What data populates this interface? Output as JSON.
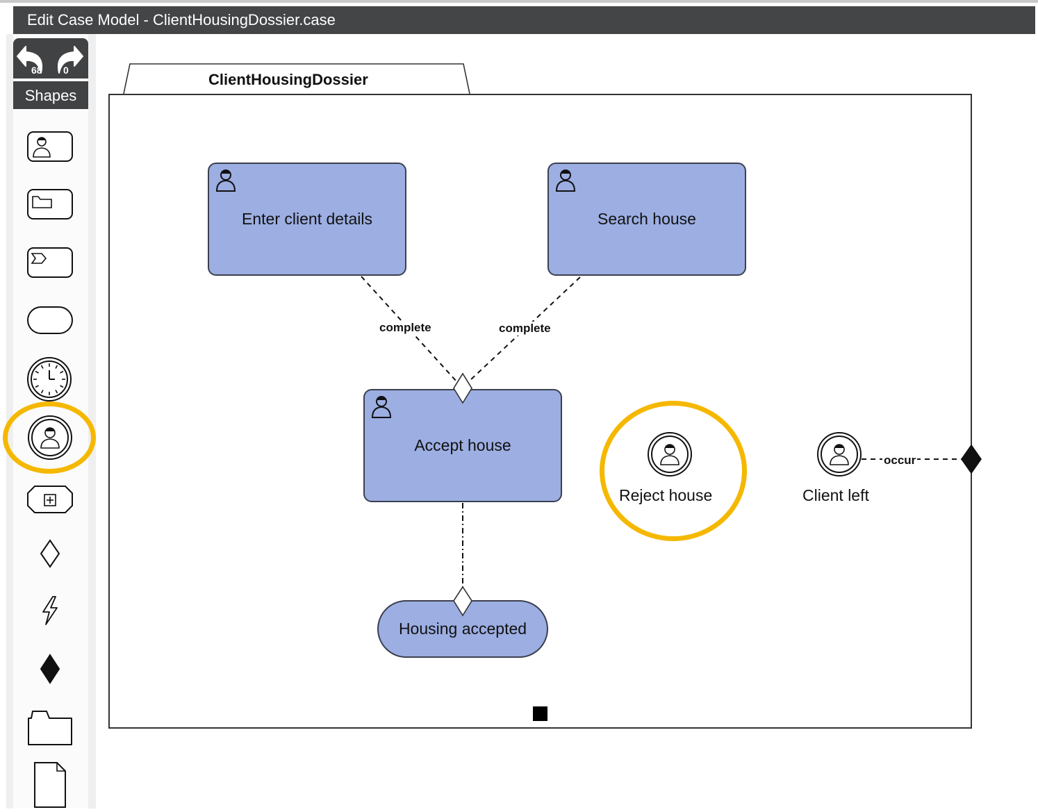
{
  "window": {
    "title": "Edit Case Model - ClientHousingDossier.case"
  },
  "toolbar": {
    "undo_count": "68",
    "redo_count": "0",
    "undo_icon": "undo-arrow-icon",
    "redo_icon": "redo-arrow-icon"
  },
  "palette": {
    "header": "Shapes",
    "items": [
      {
        "name": "human-task-shape",
        "icon": "user-icon"
      },
      {
        "name": "case-task-shape",
        "icon": "folder-icon"
      },
      {
        "name": "process-task-shape",
        "icon": "process-chevron-icon"
      },
      {
        "name": "milestone-shape",
        "icon": "rounded-rect-icon"
      },
      {
        "name": "timer-event-shape",
        "icon": "clock-icon"
      },
      {
        "name": "user-event-shape",
        "icon": "user-circle-icon",
        "highlighted": true
      },
      {
        "name": "stage-shape",
        "icon": "expand-plus-icon"
      },
      {
        "name": "entry-criterion-shape",
        "icon": "diamond-outline-icon"
      },
      {
        "name": "plan-item-shape",
        "icon": "lightning-icon"
      },
      {
        "name": "exit-criterion-shape",
        "icon": "diamond-filled-icon"
      },
      {
        "name": "case-file-item-shape",
        "icon": "folder-large-icon"
      },
      {
        "name": "document-shape",
        "icon": "document-icon"
      }
    ]
  },
  "diagram": {
    "case_plan": {
      "name": "ClientHousingDossier"
    },
    "tasks": [
      {
        "id": "enter-client-details",
        "label": "Enter client details",
        "type": "human-task"
      },
      {
        "id": "search-house",
        "label": "Search house",
        "type": "human-task"
      },
      {
        "id": "accept-house",
        "label": "Accept house",
        "type": "human-task"
      }
    ],
    "milestones": [
      {
        "id": "housing-accepted",
        "label": "Housing accepted"
      }
    ],
    "event_listeners": [
      {
        "id": "reject-house",
        "label": "Reject house",
        "type": "user-event",
        "highlighted": true
      },
      {
        "id": "client-left",
        "label": "Client left",
        "type": "user-event"
      }
    ],
    "connectors": [
      {
        "from": "enter-client-details",
        "to": "accept-house",
        "label": "complete"
      },
      {
        "from": "search-house",
        "to": "accept-house",
        "label": "complete"
      },
      {
        "from": "accept-house",
        "to": "housing-accepted",
        "label": ""
      },
      {
        "from": "client-left",
        "to": "case-plan-exit",
        "label": "occur"
      }
    ],
    "colors": {
      "task_fill": "#9caee2",
      "highlight": "#f5b800",
      "titlebar": "#444547"
    }
  }
}
